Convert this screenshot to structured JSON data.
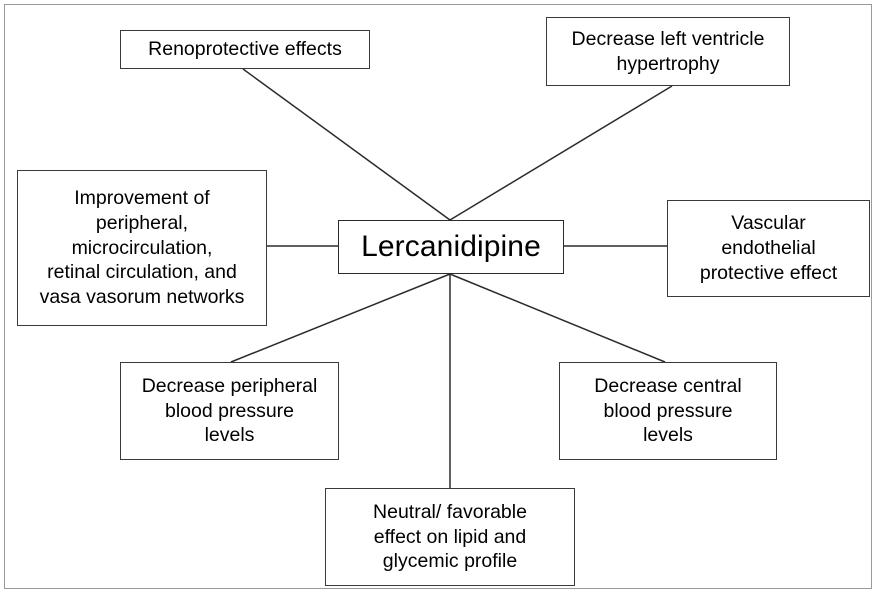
{
  "diagram": {
    "type": "hub-and-spoke concept map",
    "center": {
      "id": "lercanidipine",
      "label": "Lercanidipine"
    },
    "nodes": [
      {
        "id": "renoprotective",
        "label": "Renoprotective effects",
        "position": "top-left"
      },
      {
        "id": "lv-hypertrophy",
        "label": "Decrease left ventricle\nhypertrophy",
        "position": "top-right"
      },
      {
        "id": "improvement",
        "label": "Improvement of\nperipheral,\nmicrocirculation,\nretinal circulation, and\nvasa vasorum networks",
        "position": "left"
      },
      {
        "id": "vascular",
        "label": "Vascular\nendothelial\nprotective effect",
        "position": "right"
      },
      {
        "id": "peripheral-bp",
        "label": "Decrease peripheral\nblood pressure\nlevels",
        "position": "bottom-left"
      },
      {
        "id": "central-bp",
        "label": "Decrease central\nblood pressure\nlevels",
        "position": "bottom-right"
      },
      {
        "id": "lipid-glycemic",
        "label": "Neutral/ favorable\neffect on lipid and\nglycemic profile",
        "position": "bottom"
      }
    ],
    "edges": [
      {
        "from": "lercanidipine",
        "to": "renoprotective"
      },
      {
        "from": "lercanidipine",
        "to": "lv-hypertrophy"
      },
      {
        "from": "lercanidipine",
        "to": "improvement"
      },
      {
        "from": "lercanidipine",
        "to": "vascular"
      },
      {
        "from": "lercanidipine",
        "to": "peripheral-bp"
      },
      {
        "from": "lercanidipine",
        "to": "central-bp"
      },
      {
        "from": "lercanidipine",
        "to": "lipid-glycemic"
      }
    ],
    "colors": {
      "background": "#ffffff",
      "box_border": "#3a3a3a",
      "connector": "#2b2b2b",
      "frame_border": "#9a9a9a",
      "text": "#000000"
    }
  }
}
